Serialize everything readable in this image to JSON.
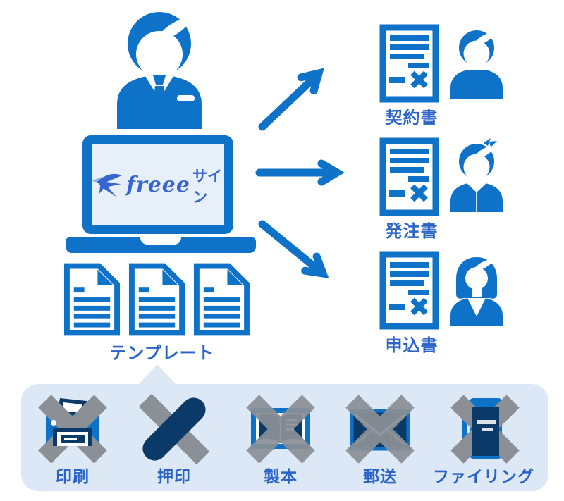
{
  "colors": {
    "primary_blue": "#0E73C8",
    "navy": "#0C3A68",
    "gray_cross": "#8B9096",
    "panel_bg": "#DCE8F5",
    "screen_bg": "#E7EFF8",
    "label_blue": "#2A64C8",
    "logo_blue": "#3865CE",
    "logo_light_blue": "#8FB4E8"
  },
  "sender": {
    "icon": "businessman-icon"
  },
  "laptop": {
    "logo_icon": "swallow-icon",
    "logo_brand": "freee",
    "logo_suffix": "サイン"
  },
  "templates": {
    "label": "テンプレート",
    "icon": "document-icon",
    "count": 3
  },
  "arrows": {
    "icon": "arrow-right-icon",
    "count": 3
  },
  "recipients": [
    {
      "doc_label": "契約書",
      "doc_icon": "signed-document-icon",
      "person_icon": "man-icon"
    },
    {
      "doc_label": "発注書",
      "doc_icon": "signed-document-icon",
      "person_icon": "young-man-icon"
    },
    {
      "doc_label": "申込書",
      "doc_icon": "signed-document-icon",
      "person_icon": "woman-icon"
    }
  ],
  "eliminated_tasks": [
    {
      "label": "印刷",
      "icon": "printer-icon"
    },
    {
      "label": "押印",
      "icon": "stamp-icon"
    },
    {
      "label": "製本",
      "icon": "book-icon"
    },
    {
      "label": "郵送",
      "icon": "envelope-icon"
    },
    {
      "label": "ファイリング",
      "icon": "binder-icon"
    }
  ],
  "cross_icon": "x-cross-icon"
}
